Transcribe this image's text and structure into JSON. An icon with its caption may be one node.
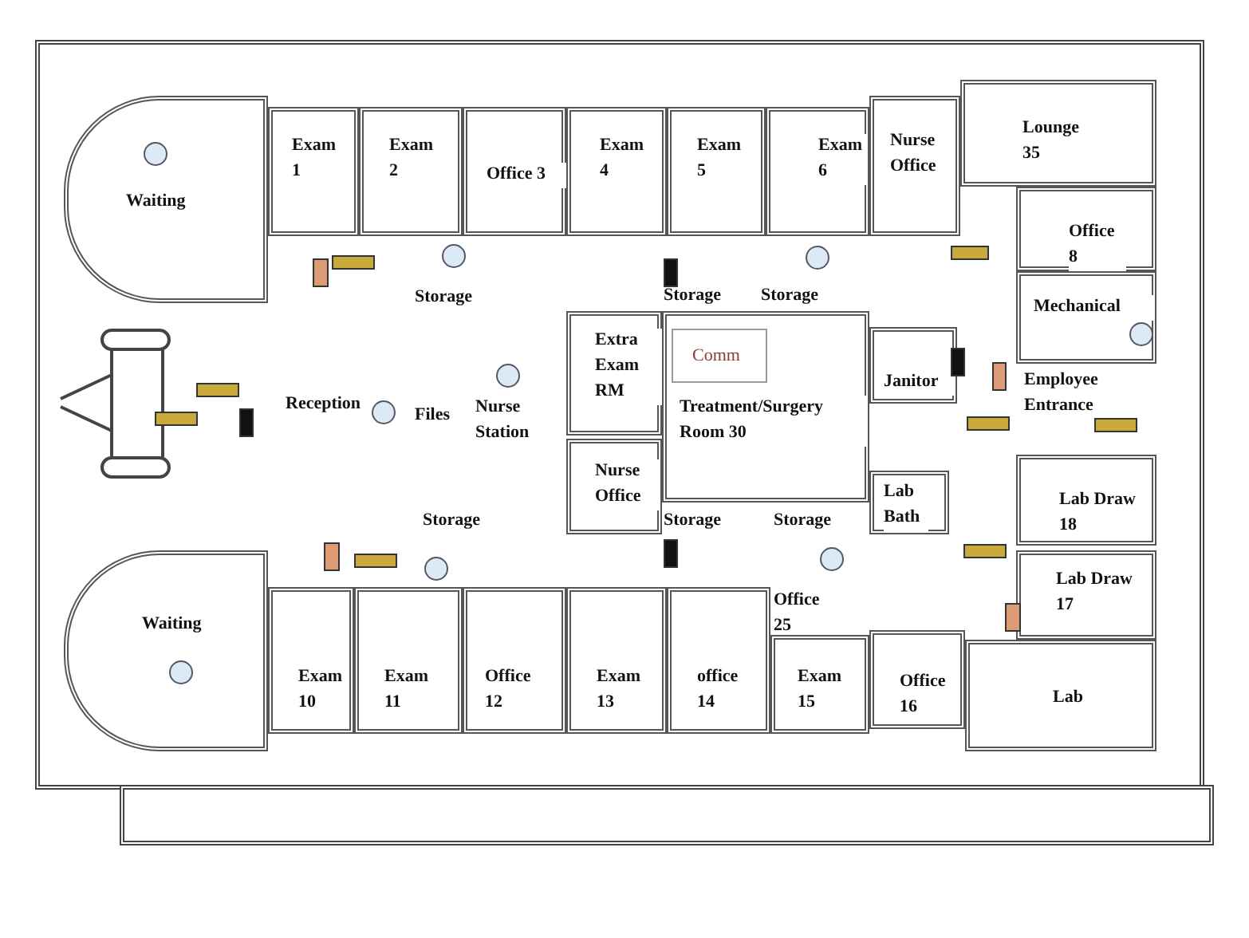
{
  "diagram": {
    "nodes": [
      {
        "text": [
          "Waiting"
        ]
      },
      {
        "text": [
          "Exam 1"
        ]
      },
      {
        "text": [
          "Exam 2"
        ]
      },
      {
        "text": [
          "Office 3"
        ]
      },
      {
        "text": [
          "Exam 4"
        ]
      },
      {
        "text": [
          "Exam 5"
        ]
      },
      {
        "text": [
          "Exam 6"
        ]
      },
      {
        "text": [
          "Nurse Office"
        ]
      },
      {
        "text": [
          "Lounge 35"
        ]
      },
      {
        "text": [
          "Office 8"
        ]
      },
      {
        "text": [
          "Mechanical"
        ]
      },
      {
        "text": [
          "Storage"
        ]
      },
      {
        "text": [
          "Storage"
        ]
      },
      {
        "text": [
          "Storage"
        ]
      },
      {
        "text": [
          "Extra Exam RM"
        ]
      },
      {
        "text": [
          "Treatment/Surgery Room 30"
        ]
      },
      {
        "text": [
          "Comm"
        ],
        "in": 15
      },
      {
        "text": [
          "Reception"
        ]
      },
      {
        "text": [
          "Files"
        ]
      },
      {
        "text": [
          "Nurse Station"
        ]
      },
      {
        "text": [
          "Janitor"
        ]
      },
      {
        "text": [
          "Employee Entrance"
        ]
      },
      {
        "text": [
          "Nurse Office"
        ]
      },
      {
        "text": [
          "Lab Bath"
        ]
      },
      {
        "text": [
          "Storage"
        ]
      },
      {
        "text": [
          "Storage"
        ]
      },
      {
        "text": [
          "Storage"
        ]
      },
      {
        "text": [
          "Lab Draw 18"
        ]
      },
      {
        "text": [
          "Waiting"
        ]
      },
      {
        "text": [
          "Lab Draw 17"
        ]
      },
      {
        "text": [
          "Exam 10"
        ]
      },
      {
        "text": [
          "Exam 11"
        ]
      },
      {
        "text": [
          "Office 12"
        ]
      },
      {
        "text": [
          "Exam 13"
        ]
      },
      {
        "text": [
          "office 14"
        ]
      },
      {
        "text": [
          "Office 25"
        ]
      },
      {
        "text": [
          "Exam 15"
        ]
      },
      {
        "text": [
          "Office 16"
        ]
      },
      {
        "text": [
          "Lab"
        ]
      }
    ]
  }
}
